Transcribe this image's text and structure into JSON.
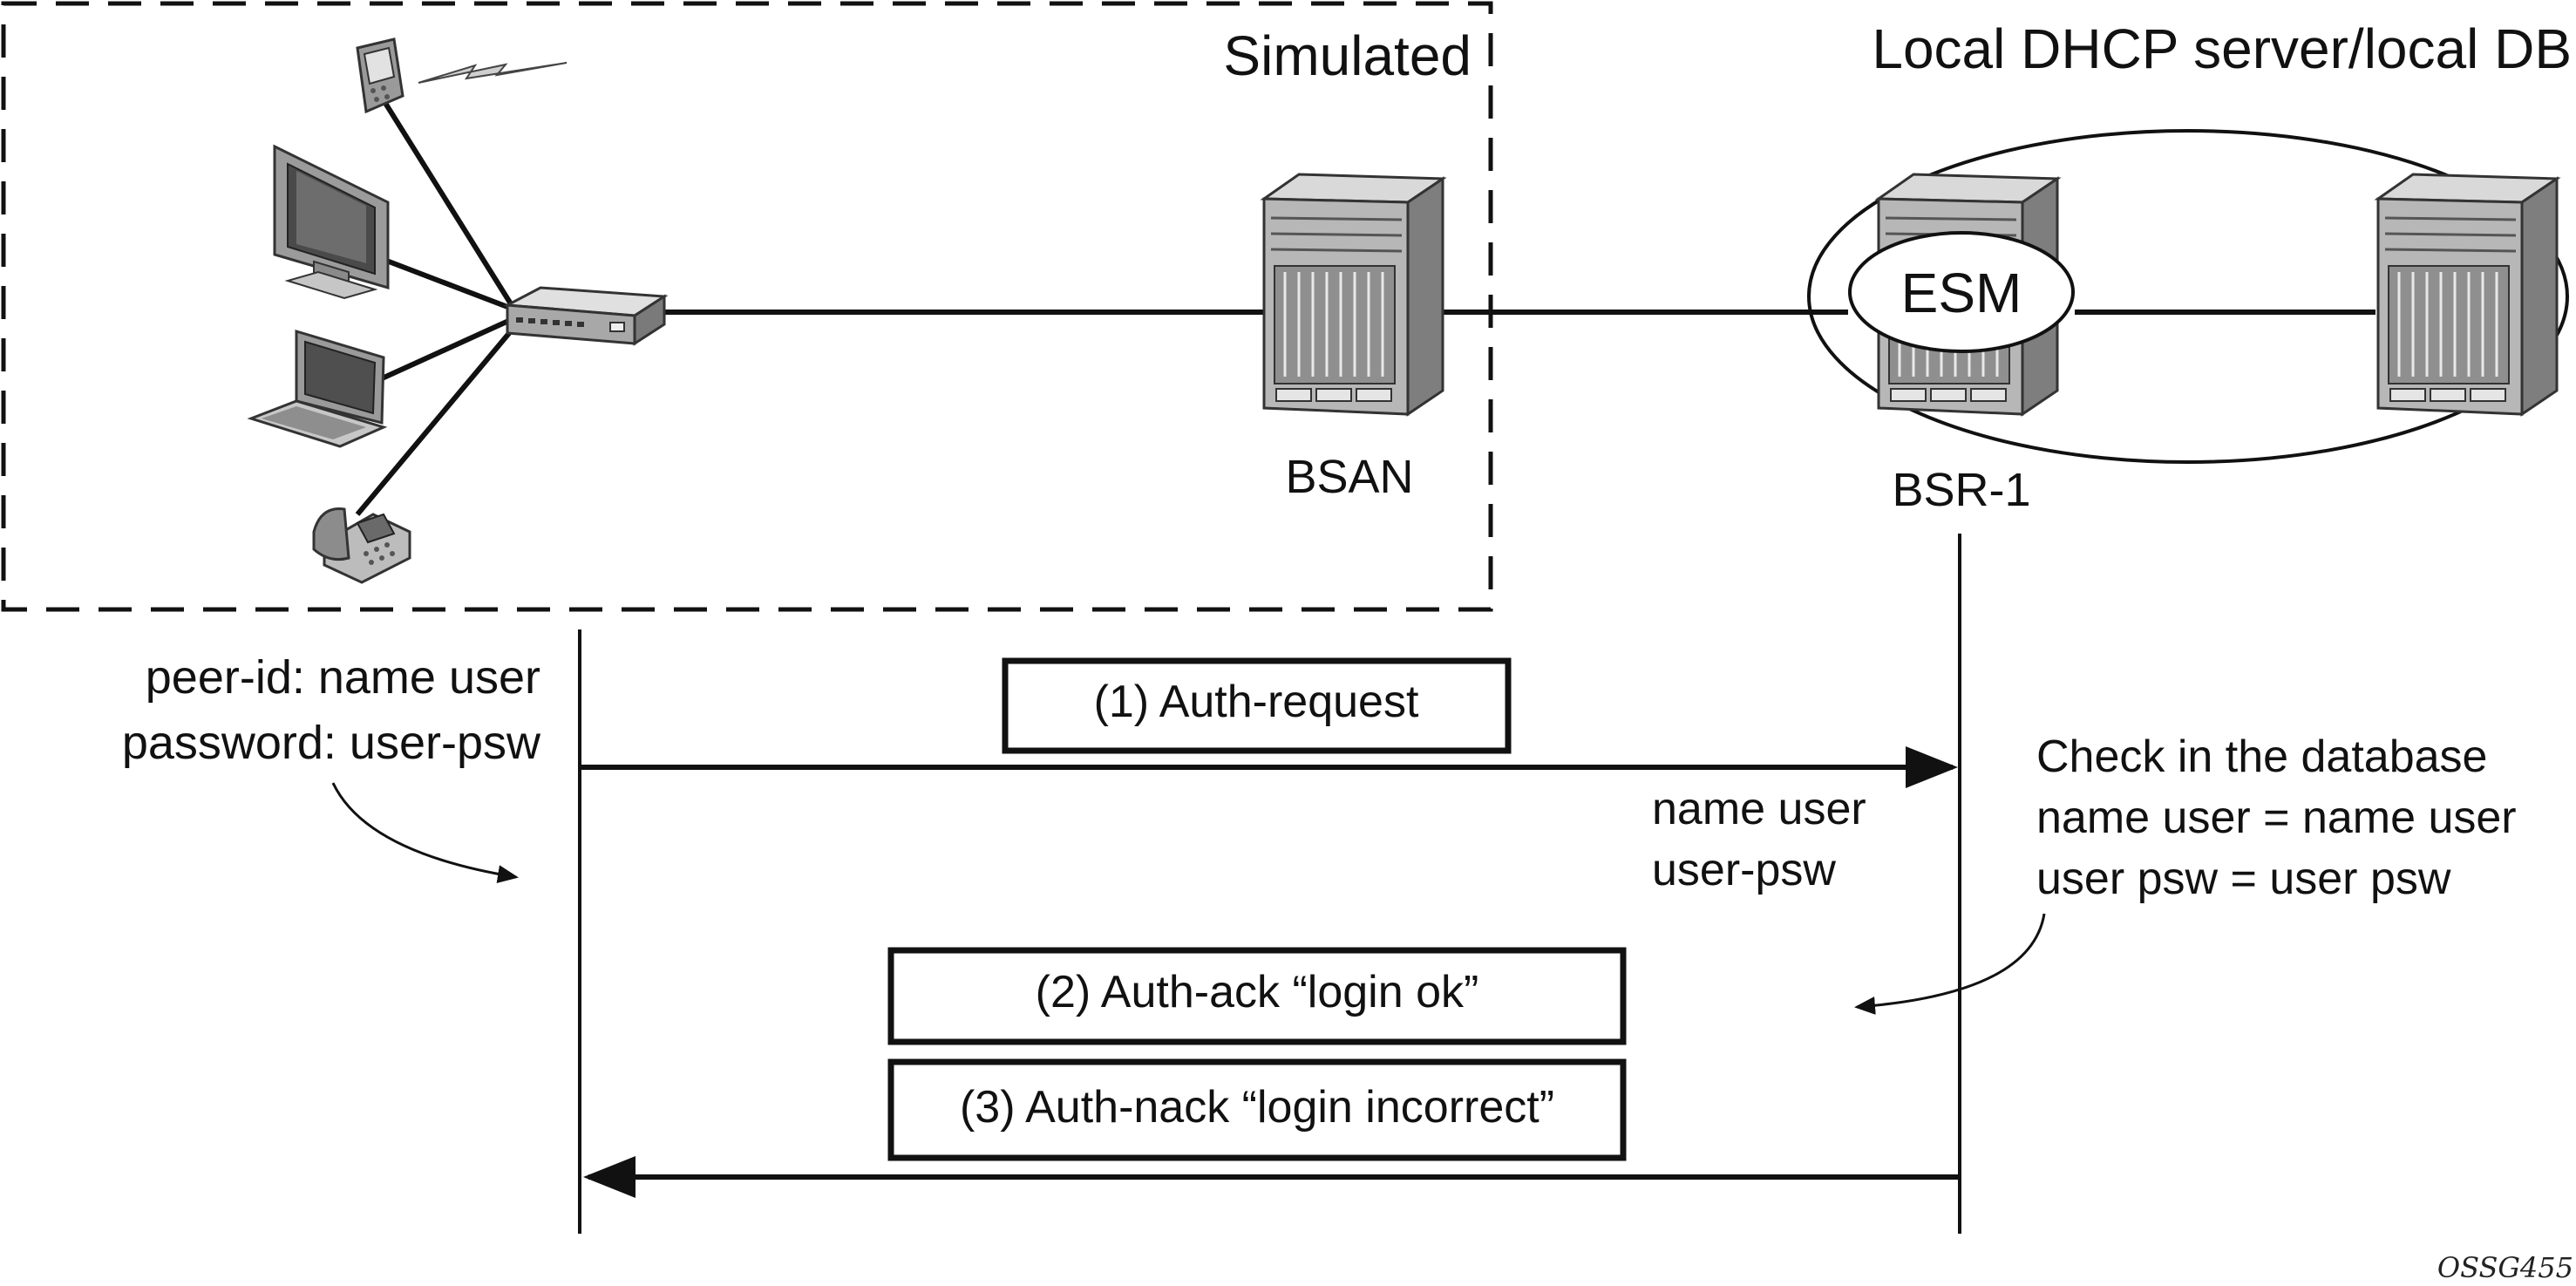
{
  "regions": {
    "simulated_label": "Simulated",
    "server_label": "Local DHCP server/local DB"
  },
  "nodes": {
    "bsan": "BSAN",
    "bsr1": "BSR-1",
    "esm": "ESM"
  },
  "client_credentials": {
    "line1": "peer-id: name user",
    "line2": "password: user-psw"
  },
  "messages": [
    {
      "label": "(1) Auth-request",
      "direction": "to-server"
    },
    {
      "label": "(2) Auth-ack “login ok”",
      "direction": "to-client"
    },
    {
      "label": "(3) Auth-nack “login incorrect”",
      "direction": "to-client"
    }
  ],
  "request_payload": {
    "line1": "name user",
    "line2": "user-psw"
  },
  "db_check": {
    "line1": "Check in the database",
    "line2": "name user = name user",
    "line3": "user psw = user psw"
  },
  "figure_id": "OSSG455",
  "icons": [
    "mobile-phone-icon",
    "wireless-signal-icon",
    "desktop-monitor-icon",
    "laptop-icon",
    "desk-phone-icon",
    "switch-icon",
    "router-chassis-icon"
  ],
  "colors": {
    "line": "#111111",
    "device_fill": "#b5b5b5",
    "device_dark": "#6e6e6e",
    "device_light": "#d9d9d9"
  }
}
